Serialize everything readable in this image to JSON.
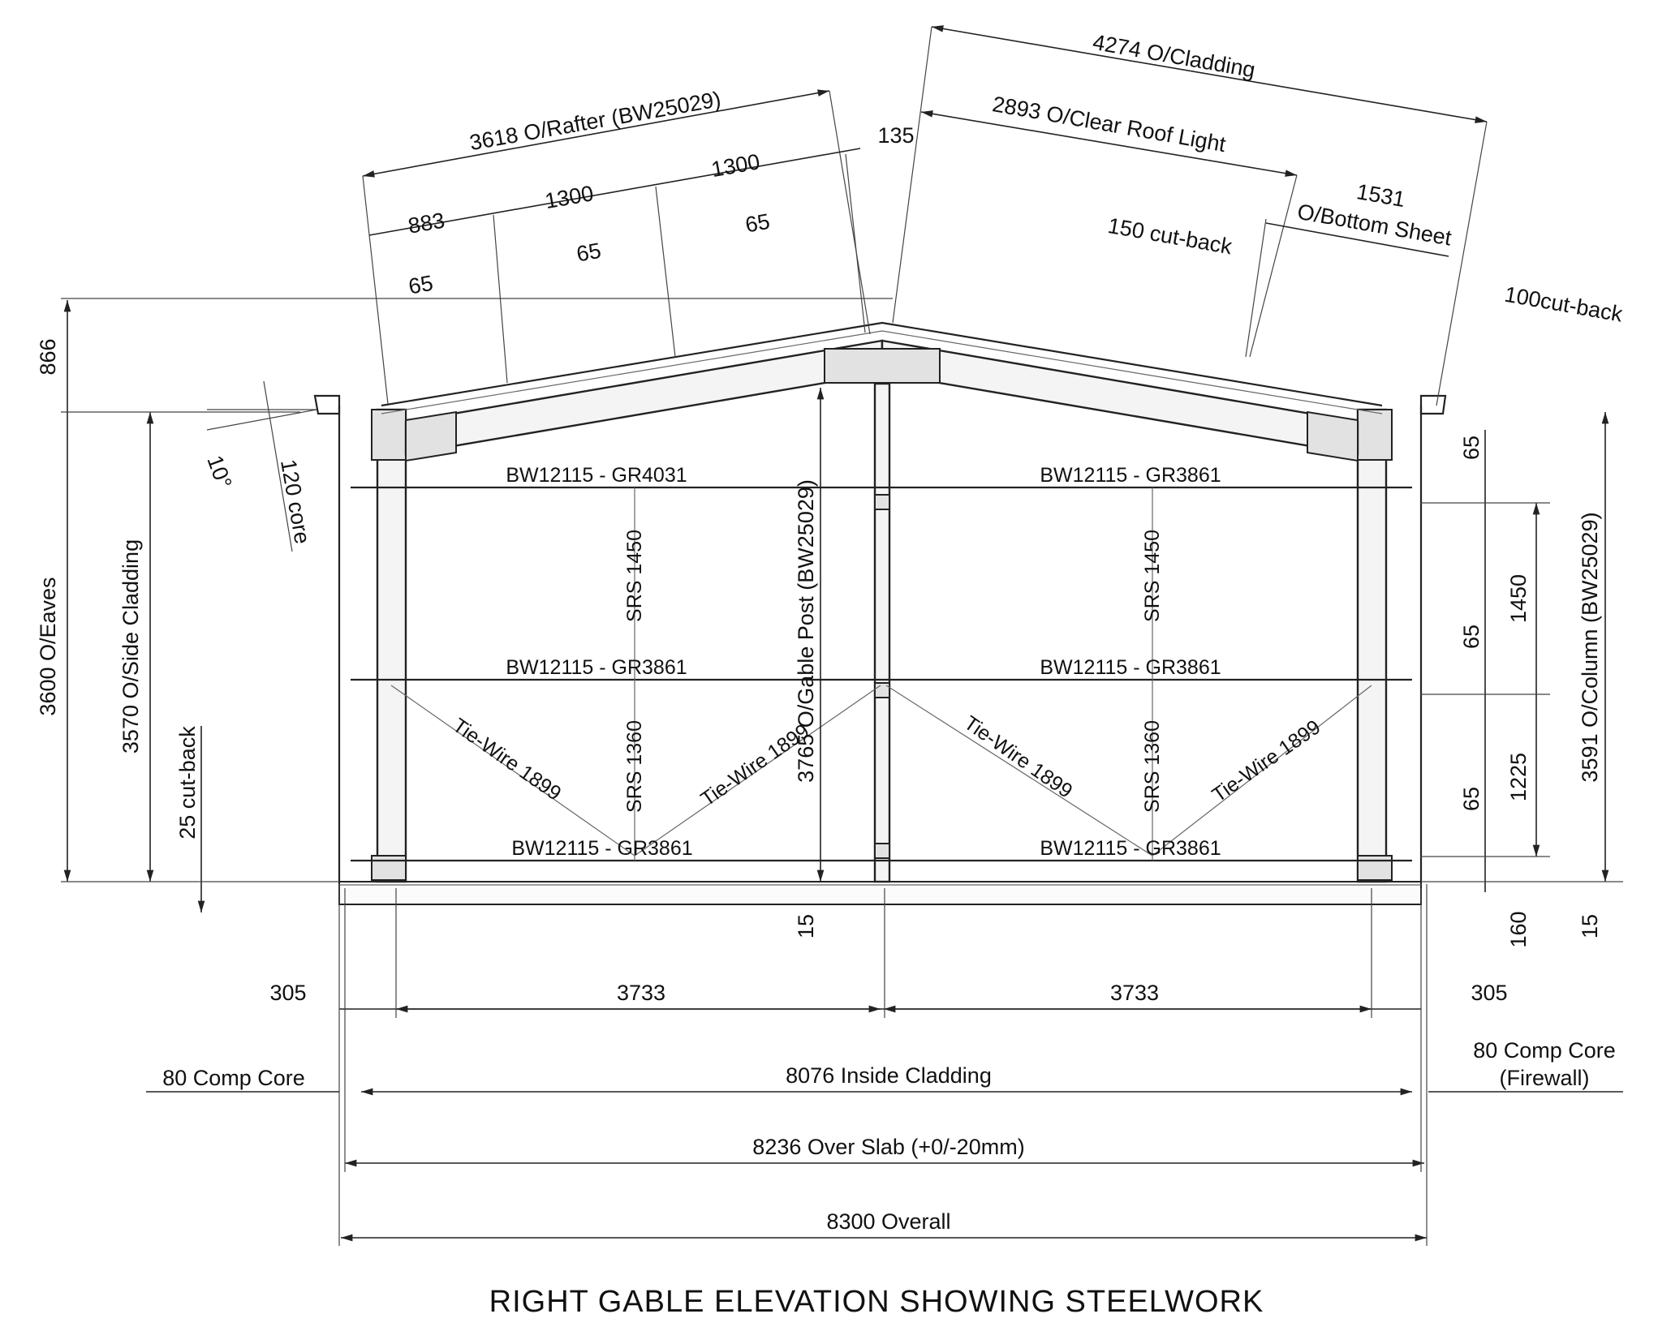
{
  "title": "RIGHT GABLE ELEVATION SHOWING STEELWORK",
  "top_dimensions": {
    "rafter": "3618 O/Rafter (BW25029)",
    "cladding": "4274 O/Cladding",
    "roof_light": "2893 O/Clear Roof Light",
    "bottom_sheet_value": "1531",
    "bottom_sheet_label": "O/Bottom Sheet",
    "cut_back_150": "150 cut-back",
    "cut_back_100": "100cut-back",
    "ridge_offset": "135",
    "purlin_spacings": [
      "883",
      "1300",
      "1300"
    ],
    "offsets_65": [
      "65",
      "65",
      "65"
    ]
  },
  "left_dimensions": {
    "ridge_height": "866",
    "eaves": "3600 O/Eaves",
    "side_cladding": "3570 O/Side Cladding",
    "cut_back_25": "25 cut-back",
    "core": "120 core",
    "pitch": "10°"
  },
  "right_dimensions": {
    "column": "3591 O/Column (BW25029)",
    "rail_1450": "1450",
    "rail_1225": "1225",
    "offsets_65": [
      "65",
      "65",
      "65"
    ],
    "slab_160": "160",
    "slab_15": "15"
  },
  "center": {
    "gable_post": "3765 O/Gable Post (BW25029)",
    "post_15": "15"
  },
  "members": {
    "rails_left": [
      "BW12115 - GR4031",
      "BW12115 - GR3861",
      "BW12115 - GR3861"
    ],
    "rails_right": [
      "BW12115 - GR3861",
      "BW12115 - GR3861",
      "BW12115 - GR3861"
    ],
    "srs_upper": "SRS 1450",
    "srs_lower": "SRS 1360",
    "tie_wire": "Tie-Wire 1899"
  },
  "bottom_dimensions": {
    "left_305": "305",
    "right_305": "305",
    "bay_left": "3733",
    "bay_right": "3733",
    "comp_core_left": "80 Comp Core",
    "comp_core_right": "80 Comp Core",
    "firewall": "(Firewall)",
    "inside_cladding": "8076 Inside Cladding",
    "over_slab": "8236 Over Slab (+0/-20mm)",
    "overall": "8300 Overall"
  }
}
